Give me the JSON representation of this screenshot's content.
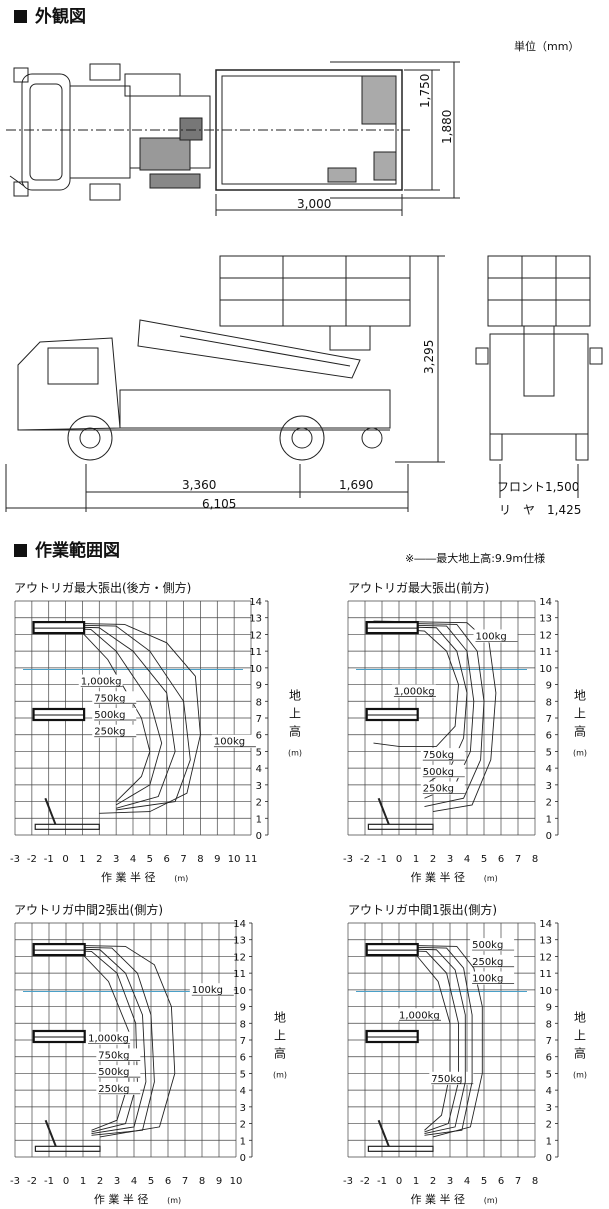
{
  "exterior": {
    "title": "外観図",
    "unit": "単位（mm）",
    "dims": {
      "width_inner": "1,750",
      "width_outer": "1,880",
      "bucket_len": "3,000",
      "height": "3,295",
      "wheelbase": "3,360",
      "rear_overhang": "1,690",
      "total_len": "6,105",
      "front_tread": "フロント1,500",
      "rear_tread": "リ　ヤ　1,425"
    }
  },
  "range": {
    "title": "作業範囲図",
    "note": "※――最大地上高:9.9m仕様",
    "x_label": "作 業 半 径",
    "x_unit": "(m)",
    "y_label": [
      "地",
      "上",
      "高"
    ],
    "y_unit": "(m)"
  },
  "chart_data": [
    {
      "type": "area",
      "title": "アウトリガ最大張出(後方・側方)",
      "xlim": [
        -3,
        11
      ],
      "ylim": [
        0,
        14
      ],
      "x_ticks": [
        "-3",
        "-2",
        "-1",
        "0",
        "1",
        "2",
        "3",
        "4",
        "5",
        "6",
        "7",
        "8",
        "9",
        "10",
        "11"
      ],
      "y_ticks": [
        "0",
        "1",
        "2",
        "3",
        "4",
        "5",
        "6",
        "7",
        "8",
        "9",
        "10",
        "11",
        "12",
        "13",
        "14"
      ],
      "series": [
        {
          "name": "1,000kg",
          "points": [
            [
              -1.5,
              12.3
            ],
            [
              0,
              12.2
            ],
            [
              1,
              12.1
            ],
            [
              2.5,
              10.5
            ],
            [
              4.5,
              7
            ],
            [
              5,
              5
            ],
            [
              4.5,
              3.5
            ],
            [
              3,
              2
            ]
          ]
        },
        {
          "name": "750kg",
          "points": [
            [
              -1.5,
              12.4
            ],
            [
              1.5,
              12.3
            ],
            [
              3,
              11
            ],
            [
              5,
              8
            ],
            [
              5.7,
              5.5
            ],
            [
              5,
              3
            ],
            [
              3,
              1.8
            ]
          ]
        },
        {
          "name": "500kg",
          "points": [
            [
              -1.5,
              12.5
            ],
            [
              2,
              12.4
            ],
            [
              4,
              11
            ],
            [
              6,
              8.5
            ],
            [
              6.5,
              5
            ],
            [
              5.5,
              2.3
            ],
            [
              3,
              1.6
            ]
          ]
        },
        {
          "name": "250kg",
          "points": [
            [
              -1.5,
              12.6
            ],
            [
              3,
              12.5
            ],
            [
              5,
              11
            ],
            [
              7,
              8
            ],
            [
              7.4,
              4.5
            ],
            [
              6.5,
              2
            ],
            [
              3,
              1.5
            ]
          ]
        },
        {
          "name": "100kg",
          "points": [
            [
              -1.5,
              12.7
            ],
            [
              3.5,
              12.6
            ],
            [
              6,
              11.5
            ],
            [
              7.7,
              9.5
            ],
            [
              8,
              6
            ],
            [
              7.2,
              2.5
            ],
            [
              5,
              1.4
            ],
            [
              2,
              1.3
            ]
          ]
        }
      ],
      "label_x": [
        0.9,
        1.7,
        1.7,
        1.7,
        8.8
      ],
      "label_y": [
        9.0,
        8.0,
        7.0,
        6.0,
        5.4
      ]
    },
    {
      "type": "area",
      "title": "アウトリガ最大張出(前方)",
      "xlim": [
        -3,
        8
      ],
      "ylim": [
        0,
        14
      ],
      "x_ticks": [
        "-3",
        "-2",
        "-1",
        "0",
        "1",
        "2",
        "3",
        "4",
        "5",
        "6",
        "7",
        "8"
      ],
      "y_ticks": [
        "0",
        "1",
        "2",
        "3",
        "4",
        "5",
        "6",
        "7",
        "8",
        "9",
        "10",
        "11",
        "12",
        "13",
        "14"
      ],
      "series": [
        {
          "name": "1,000kg",
          "points": [
            [
              -1.5,
              12.4
            ],
            [
              1.5,
              12.2
            ],
            [
              2.8,
              11
            ],
            [
              3.5,
              9
            ],
            [
              3.3,
              6.5
            ],
            [
              2.2,
              5.3
            ],
            [
              0,
              5.3
            ],
            [
              -1.5,
              5.5
            ]
          ]
        },
        {
          "name": "750kg",
          "points": [
            [
              -1.5,
              12.5
            ],
            [
              2.2,
              12.4
            ],
            [
              3.4,
              11
            ],
            [
              4,
              8.5
            ],
            [
              3.8,
              5.8
            ],
            [
              3,
              4
            ],
            [
              1.5,
              3
            ]
          ]
        },
        {
          "name": "500kg",
          "points": [
            [
              -1.5,
              12.6
            ],
            [
              2.8,
              12.5
            ],
            [
              4,
              11
            ],
            [
              4.4,
              8
            ],
            [
              4.2,
              5
            ],
            [
              3.3,
              3
            ],
            [
              1.5,
              2.2
            ]
          ]
        },
        {
          "name": "250kg",
          "points": [
            [
              -1.5,
              12.7
            ],
            [
              3.4,
              12.6
            ],
            [
              4.6,
              11
            ],
            [
              5,
              8
            ],
            [
              4.8,
              4.5
            ],
            [
              3.8,
              2.2
            ],
            [
              1.5,
              1.7
            ]
          ]
        },
        {
          "name": "100kg",
          "points": [
            [
              -1.5,
              12.8
            ],
            [
              4,
              12.7
            ],
            [
              5.3,
              11.5
            ],
            [
              5.7,
              8.5
            ],
            [
              5.4,
              4.5
            ],
            [
              4.3,
              1.8
            ],
            [
              2,
              1.4
            ]
          ]
        }
      ],
      "label_x": [
        -0.3,
        1.4,
        1.4,
        1.4,
        4.5
      ],
      "label_y": [
        8.4,
        4.6,
        3.6,
        2.6,
        11.7
      ]
    },
    {
      "type": "area",
      "title": "アウトリガ中間2張出(側方)",
      "xlim": [
        -3,
        10
      ],
      "ylim": [
        0,
        14
      ],
      "x_ticks": [
        "-3",
        "-2",
        "-1",
        "0",
        "1",
        "2",
        "3",
        "4",
        "5",
        "6",
        "7",
        "8",
        "9",
        "10"
      ],
      "y_ticks": [
        "0",
        "1",
        "2",
        "3",
        "4",
        "5",
        "6",
        "7",
        "8",
        "9",
        "10",
        "11",
        "12",
        "13",
        "14"
      ],
      "series": [
        {
          "name": "1,000kg",
          "points": [
            [
              -1.5,
              12.3
            ],
            [
              1,
              12.1
            ],
            [
              2.5,
              10.5
            ],
            [
              3.7,
              7.5
            ],
            [
              3.7,
              4.5
            ],
            [
              3,
              2.2
            ],
            [
              1.5,
              1.6
            ]
          ]
        },
        {
          "name": "750kg",
          "points": [
            [
              -1.5,
              12.4
            ],
            [
              1.5,
              12.3
            ],
            [
              3,
              11
            ],
            [
              4.1,
              8
            ],
            [
              4.2,
              4.5
            ],
            [
              3.5,
              2
            ],
            [
              1.5,
              1.5
            ]
          ]
        },
        {
          "name": "500kg",
          "points": [
            [
              -1.5,
              12.5
            ],
            [
              2,
              12.4
            ],
            [
              3.5,
              11
            ],
            [
              4.5,
              8.5
            ],
            [
              4.7,
              4.5
            ],
            [
              4,
              1.8
            ],
            [
              1.5,
              1.4
            ]
          ]
        },
        {
          "name": "250kg",
          "points": [
            [
              -1.5,
              12.6
            ],
            [
              2.7,
              12.5
            ],
            [
              4.2,
              11
            ],
            [
              5,
              8.5
            ],
            [
              5.2,
              4.5
            ],
            [
              4.5,
              1.6
            ],
            [
              1.5,
              1.3
            ]
          ]
        },
        {
          "name": "100kg",
          "points": [
            [
              -1.5,
              12.7
            ],
            [
              3.5,
              12.6
            ],
            [
              5.2,
              11.5
            ],
            [
              6.2,
              9
            ],
            [
              6.4,
              5
            ],
            [
              5.5,
              1.8
            ],
            [
              2,
              1.2
            ]
          ]
        }
      ],
      "label_x": [
        1.3,
        1.9,
        1.9,
        1.9,
        7.4
      ],
      "label_y": [
        6.9,
        5.9,
        4.9,
        3.9,
        9.8
      ]
    },
    {
      "type": "area",
      "title": "アウトリガ中間1張出(側方)",
      "xlim": [
        -3,
        8
      ],
      "ylim": [
        0,
        14
      ],
      "x_ticks": [
        "-3",
        "-2",
        "-1",
        "0",
        "1",
        "2",
        "3",
        "4",
        "5",
        "6",
        "7",
        "8"
      ],
      "y_ticks": [
        "0",
        "1",
        "2",
        "3",
        "4",
        "5",
        "6",
        "7",
        "8",
        "9",
        "10",
        "11",
        "12",
        "13",
        "14"
      ],
      "series": [
        {
          "name": "1,000kg",
          "points": [
            [
              -1.5,
              12.3
            ],
            [
              1,
              12.1
            ],
            [
              2.3,
              10.5
            ],
            [
              3,
              8
            ],
            [
              3,
              5
            ],
            [
              2.5,
              2.5
            ],
            [
              1.5,
              1.6
            ]
          ]
        },
        {
          "name": "750kg",
          "points": [
            [
              -1.5,
              12.4
            ],
            [
              1.6,
              12.3
            ],
            [
              2.8,
              11
            ],
            [
              3.5,
              8
            ],
            [
              3.5,
              4.5
            ],
            [
              2.9,
              2
            ],
            [
              1.5,
              1.5
            ]
          ]
        },
        {
          "name": "500kg",
          "points": [
            [
              -1.5,
              12.5
            ],
            [
              2.2,
              12.4
            ],
            [
              3.3,
              11.2
            ],
            [
              3.9,
              8.5
            ],
            [
              3.9,
              4.5
            ],
            [
              3.3,
              1.8
            ],
            [
              1.5,
              1.4
            ]
          ]
        },
        {
          "name": "250kg",
          "points": [
            [
              -1.5,
              12.6
            ],
            [
              2.8,
              12.5
            ],
            [
              3.8,
              11.3
            ],
            [
              4.3,
              8.5
            ],
            [
              4.3,
              4.5
            ],
            [
              3.7,
              1.6
            ],
            [
              1.5,
              1.3
            ]
          ]
        },
        {
          "name": "100kg",
          "points": [
            [
              -1.5,
              12.7
            ],
            [
              3.4,
              12.6
            ],
            [
              4.4,
              11.3
            ],
            [
              4.9,
              9
            ],
            [
              4.9,
              5
            ],
            [
              4.2,
              1.8
            ],
            [
              2,
              1.2
            ]
          ]
        }
      ],
      "label_x": [
        0,
        1.9,
        4.3,
        4.3,
        4.3
      ],
      "label_y": [
        8.3,
        4.5,
        12.5,
        11.5,
        10.5
      ]
    }
  ]
}
